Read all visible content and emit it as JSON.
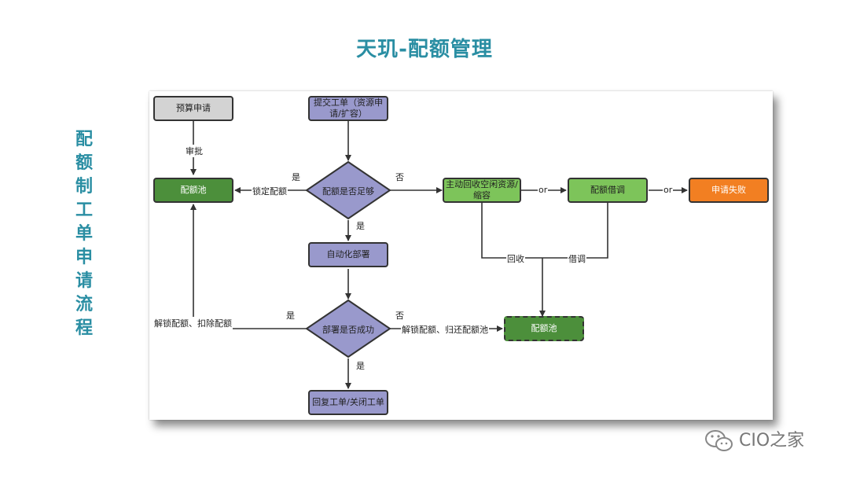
{
  "title": "天玑-配额管理",
  "side_title": [
    "配",
    "额",
    "制",
    "工",
    "单",
    "申",
    "请",
    "流",
    "程"
  ],
  "nodes": {
    "budget": "预算申请",
    "submit": "提交工单（资源申请/扩容）",
    "pool1": "配额池",
    "decision_enough": "配额是否足够",
    "reclaim": "主动回收空闲资源/缩容",
    "borrow": "配额借调",
    "fail": "申请失败",
    "auto_deploy": "自动化部署",
    "decision_success": "部署是否成功",
    "pool2": "配额池",
    "close": "回复工单/关闭工单"
  },
  "labels": {
    "approve": "审批",
    "yes1": "是",
    "lock": "锁定配额",
    "no1": "否",
    "or1": "or",
    "or2": "or",
    "yes2": "是",
    "reclaim_lbl": "回收",
    "borrow_lbl": "借调",
    "yes3": "是",
    "unlock_deduct": "解锁配额、扣除配额",
    "no2": "否",
    "unlock_return": "解锁配额、归还配额池",
    "yes4": "是"
  },
  "footer": "CIO之家"
}
